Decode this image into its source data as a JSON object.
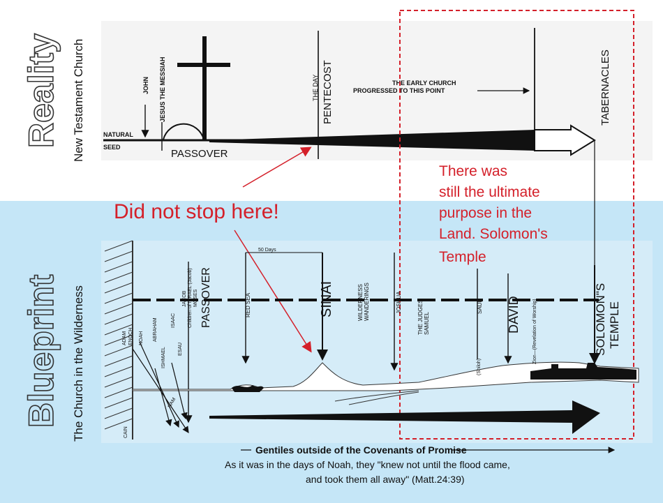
{
  "colors": {
    "blueprint_bg": "#c5e6f7",
    "annotation_red": "#d4202a",
    "ink": "#111111",
    "dashed_box": "#d4202a"
  },
  "reality": {
    "heading": "Reality",
    "subheading": "New Testament Church",
    "labels": {
      "john": "JOHN",
      "jesus": "JESUS THE MESSIAH",
      "natural": "NATURAL",
      "seed": "SEED",
      "passover": "PASSOVER",
      "the_day": "THE DAY",
      "pentecost": "PENTECOST",
      "early_church": [
        "THE EARLY CHURCH",
        "PROGRESSED TO THIS POINT"
      ],
      "tabernacles": "TABERNACLES"
    }
  },
  "annotations": {
    "did_not_stop": "Did not stop here!",
    "ultimate_purpose": [
      "There was",
      "still the ultimate",
      "purpose in the",
      "Land. Solomon's",
      "Temple"
    ]
  },
  "blueprint": {
    "heading": "Blueprint",
    "subheading": "The Church in the Wilderness",
    "labels": {
      "fifty_days": "50 Days",
      "passover": "PASSOVER",
      "red_sea": "RED SEA",
      "sinai": "SINAI",
      "wilderness": [
        "WILDERNESS",
        "WANDERINGS"
      ],
      "joshua": "JOSHUA",
      "judges": [
        "THE JUDGES",
        "SAMUEL"
      ],
      "saul": "SAUL",
      "david": "DAVID",
      "zion": "Zion—(Revelation of Worship)",
      "shiloh": "(Shiloh)",
      "solomon": [
        "SOLOMON\"S",
        "TEMPLE"
      ],
      "israel": [
        "Children of ISRAEL (Jacob)",
        "MOSES"
      ],
      "jacob": "JACOB",
      "isaac": "ISAAC",
      "esau": "ESAU",
      "abraham": "ABRAHAM",
      "ishmael": "ISHMAEL",
      "noah": "NOAH",
      "adam": [
        "ADAM",
        "ENOCH"
      ],
      "cain": "CAIN",
      "ham": "HAM"
    }
  },
  "footer": {
    "gentiles": "Gentiles outside of the Covenants of Promise",
    "quote_line1": "As it was in the days of Noah, they \"knew not until the flood came,",
    "quote_line2": "and took them all away\" (Matt.24:39)"
  }
}
